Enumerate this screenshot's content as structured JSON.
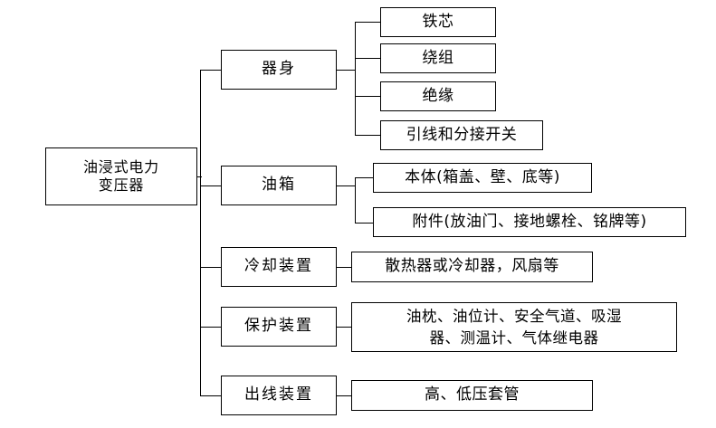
{
  "diagram": {
    "type": "tree-hierarchy",
    "orientation": "left-to-right",
    "title_text": "",
    "colors": {
      "background": "#ffffff",
      "stroke": "#000000",
      "text": "#000000"
    },
    "root": {
      "label": "油浸式电力\n变压器"
    },
    "level2": [
      {
        "label": "器身"
      },
      {
        "label": "油箱"
      },
      {
        "label": "冷却装置"
      },
      {
        "label": "保护装置"
      },
      {
        "label": "出线装置"
      }
    ],
    "level3": {
      "qishen": [
        {
          "label": "铁芯"
        },
        {
          "label": "绕组"
        },
        {
          "label": "绝缘"
        },
        {
          "label": "引线和分接开关"
        }
      ],
      "youxiang": [
        {
          "label": "本体(箱盖、壁、底等)"
        },
        {
          "label": "附件(放油门、接地螺栓、铭牌等)"
        }
      ],
      "lengque": [
        {
          "label": "散热器或冷却器，风扇等"
        }
      ],
      "baohu": [
        {
          "label": "油枕、油位计、安全气道、吸湿\n器、测温计、气体继电器"
        }
      ],
      "chuxian": [
        {
          "label": "高、低压套管"
        }
      ]
    }
  }
}
